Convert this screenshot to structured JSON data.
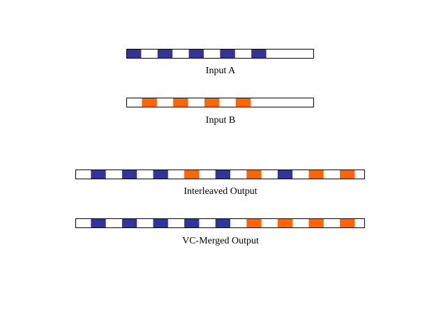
{
  "colors": {
    "blue": "#333399",
    "orange": "#ff6600",
    "empty": "#ffffff",
    "outline": "#000000"
  },
  "streams": [
    {
      "label": "Input A",
      "slots": [
        "blue",
        "empty",
        "blue",
        "empty",
        "blue",
        "empty",
        "blue",
        "empty",
        "blue",
        "empty",
        "empty",
        "empty"
      ]
    },
    {
      "label": "Input B",
      "slots": [
        "empty",
        "orange",
        "empty",
        "orange",
        "empty",
        "orange",
        "empty",
        "orange",
        "empty",
        "empty",
        "empty",
        "empty"
      ]
    },
    {
      "label": "Interleaved Output",
      "slots": [
        "empty",
        "blue",
        "empty",
        "blue",
        "empty",
        "blue",
        "empty",
        "orange",
        "empty",
        "blue",
        "empty",
        "orange",
        "empty",
        "blue",
        "empty",
        "orange",
        "empty",
        "orange"
      ]
    },
    {
      "label": "VC-Merged Output",
      "slots": [
        "empty",
        "blue",
        "empty",
        "blue",
        "empty",
        "blue",
        "empty",
        "blue",
        "empty",
        "blue",
        "empty",
        "orange",
        "empty",
        "orange",
        "empty",
        "orange",
        "empty",
        "orange"
      ]
    }
  ]
}
